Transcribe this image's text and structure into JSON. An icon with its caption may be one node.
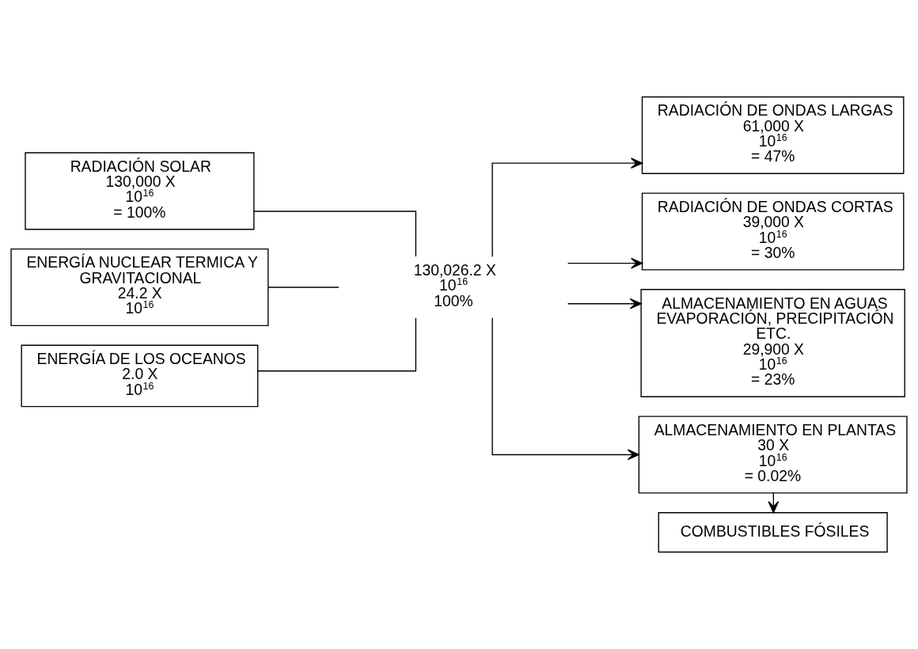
{
  "diagram": {
    "nodes": [
      {
        "text": [
          "RADIACIÓN SOLAR 130,000 X 10$^{16}$ = 100%"
        ]
      },
      {
        "text": [
          "ENERGÍA NUCLEAR TERMICA Y GRAVITACIONAL 24.2 X 10$^{16}$"
        ]
      },
      {
        "text": [
          "ENERGÍA DE LOS OCEANOS 2.0 X 10$^{16}$"
        ]
      },
      {
        "text": [
          "RADIACIÓN DE ONDAS LARGAS 61,000 X 10$^{16}$ = 47%"
        ]
      },
      {
        "text": [
          "RADIACIÓN DE ONDAS CORTAS 39,000 X 10$^{16}$ = 30%"
        ]
      },
      {
        "text": [
          "ALMACENAMIENTO EN AGUAS EVAPORACIÓN, PRECIPITACIÓN ETC. 29,900 X 10$^{16}$ = 23%"
        ]
      },
      {
        "text": [
          "ALMACENAMIENTO EN PLANTAS 30 X 10$^{16}$ = 0.02%"
        ]
      },
      {
        "text": [
          "COMBUSTIBLES FÓSILES"
        ]
      },
      {
        "text": [
          "130,026.2 X 10$^{16}$",
          "100%"
        ]
      }
    ],
    "edges": [
      {
        "from": 0,
        "to": 8,
        "arrow": "none"
      },
      {
        "from": 1,
        "to": 8,
        "arrow": "none"
      },
      {
        "from": 2,
        "to": 8,
        "arrow": "none"
      },
      {
        "from": 8,
        "to": 3,
        "arrow": "to"
      },
      {
        "from": 8,
        "to": 4,
        "arrow": "to"
      },
      {
        "from": 8,
        "to": 5,
        "arrow": "to"
      },
      {
        "from": 8,
        "to": 6,
        "arrow": "to"
      },
      {
        "from": 6,
        "to": 7,
        "arrow": "to"
      }
    ]
  }
}
